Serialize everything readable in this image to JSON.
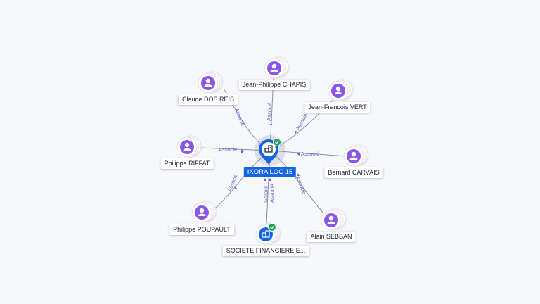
{
  "company": {
    "name": "IXORA LOC 15",
    "icon": "building-icon",
    "status_icon": "verified-check-icon",
    "pin_color": "#1565e0",
    "check_color": "#22a35a"
  },
  "people": [
    {
      "key": "claude-dos-reis",
      "name": "Claude DOS REIS",
      "relation": "Associé",
      "icon": "person-icon"
    },
    {
      "key": "jean-philippe-chapis",
      "name": "Jean-Philippe CHAPIS",
      "relation": "Associé",
      "icon": "person-icon"
    },
    {
      "key": "jean-francois-vert",
      "name": "Jean-Francois VERT",
      "relation": "Associé",
      "icon": "person-icon"
    },
    {
      "key": "philippe-riffat",
      "name": "Philippe RIFFAT",
      "relation": "Associé",
      "icon": "person-icon"
    },
    {
      "key": "bernard-carvais",
      "name": "Bernard CARVAIS",
      "relation": "Associé",
      "icon": "person-icon"
    },
    {
      "key": "philippe-poupault",
      "name": "Philippe POUPAULT",
      "relation": "Associé",
      "icon": "person-icon"
    },
    {
      "key": "alain-sebban",
      "name": "Alain SEBBAN",
      "relation": "Associé",
      "icon": "person-icon"
    }
  ],
  "companies": [
    {
      "key": "societe-financiere",
      "name": "SOCIETE FINANCIERE E...",
      "relations": [
        "Gérant",
        "Associé"
      ],
      "icon": "building-icon",
      "status_icon": "verified-check-icon"
    }
  ],
  "colors": {
    "person_node": "#8a56e8",
    "company_node": "#1565e0",
    "edge": "#8a8fa8",
    "edge_label": "#6b67c9"
  }
}
